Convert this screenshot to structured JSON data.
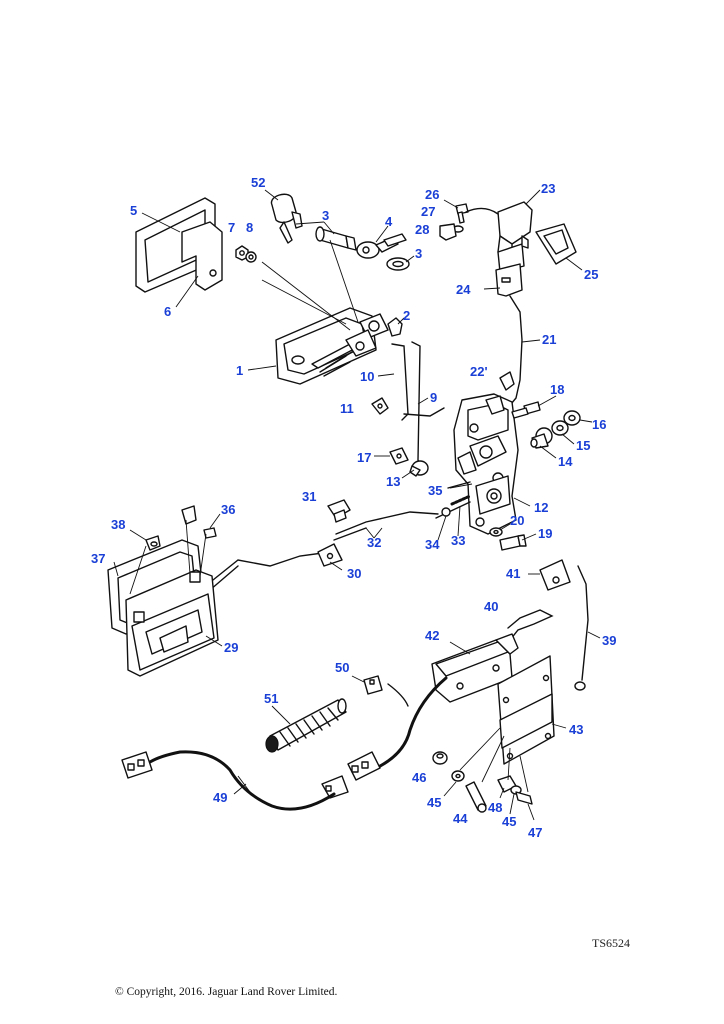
{
  "figure": {
    "reference_code": "TS6524",
    "copyright": "© Copyright, 2016. Jaguar Land Rover Limited."
  },
  "callouts": [
    "1",
    "2",
    "3",
    "3",
    "4",
    "5",
    "6",
    "7",
    "8",
    "9",
    "10",
    "11",
    "12",
    "13",
    "14",
    "15",
    "16",
    "17",
    "18",
    "19",
    "20",
    "21",
    "22'",
    "23",
    "24",
    "25",
    "26",
    "27",
    "28",
    "29",
    "30",
    "31",
    "32",
    "33",
    "34",
    "35",
    "36",
    "37",
    "38",
    "39",
    "40",
    "41",
    "42",
    "43",
    "44",
    "45",
    "45",
    "46",
    "47",
    "48",
    "49",
    "50",
    "51",
    "52"
  ],
  "colors": {
    "callout_text": "#1a3fd6",
    "line_art": "#111111",
    "background": "#ffffff"
  }
}
